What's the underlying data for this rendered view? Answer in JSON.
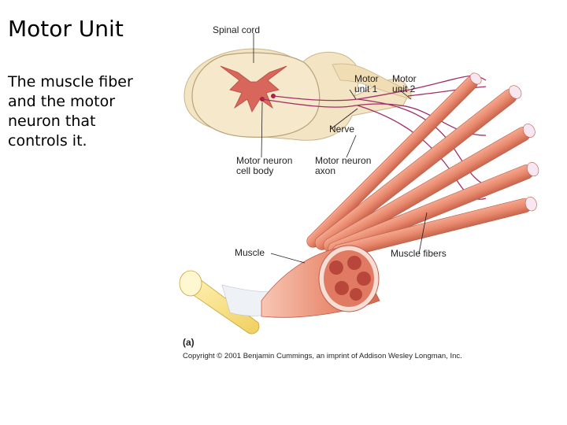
{
  "slide": {
    "title": "Motor Unit",
    "body": "The muscle fiber\n and  the motor\nneuron that\ncontrols it."
  },
  "figure": {
    "labels": {
      "spinal_cord": "Spinal cord",
      "motor_unit_1_a": "Motor",
      "motor_unit_1_b": "unit 1",
      "motor_unit_2_a": "Motor",
      "motor_unit_2_b": "unit 2",
      "nerve": "Nerve",
      "cell_body_a": "Motor neuron",
      "cell_body_b": "cell body",
      "axon_a": "Motor neuron",
      "axon_b": "axon",
      "muscle": "Muscle",
      "muscle_fibers": "Muscle fibers"
    },
    "panel_tag": "(a)",
    "copyright": "Copyright © 2001 Benjamin Cummings, an imprint of Addison Wesley Longman, Inc."
  },
  "colors": {
    "fiber": "#e98a6f",
    "fiber_dark": "#c85f48",
    "nucleus": "#7a2f6e",
    "cord_white": "#f3e4c4",
    "cord_gray": "#d9665a",
    "tendon": "#f5e08a",
    "nerve_line": "#a0306a"
  }
}
